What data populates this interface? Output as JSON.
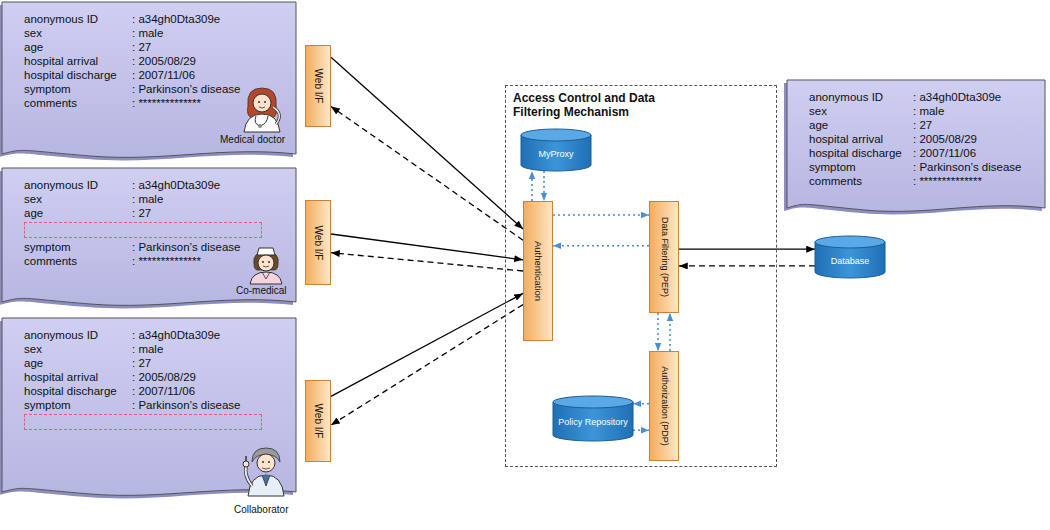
{
  "diagram": {
    "nodes": [
      {
        "text": [
          "anonymous ID",
          ": a34gh0Dta309e",
          "sex",
          ": male",
          "age",
          ": 27",
          "hospital arrival",
          ": 2005/08/29",
          "hospital discharge",
          ": 2007/11/06",
          "symptom",
          ": Parkinson’s disease",
          "comments",
          ": **************"
        ]
      },
      {
        "text": [
          "Web I/F"
        ]
      },
      {
        "text": [
          "anonymous ID",
          ": a34gh0Dta309e",
          "sex",
          ": male",
          "age",
          ": 27",
          "symptom",
          ": Parkinson’s disease",
          "comments",
          ": **************"
        ]
      },
      {
        "text": [
          "Web I/F"
        ]
      },
      {
        "text": [
          "anonymous ID",
          ": a34gh0Dta309e",
          "sex",
          ": male",
          "age",
          ": 27",
          "hospital arrival",
          ": 2005/08/29",
          "hospital discharge",
          ": 2007/11/06",
          "symptom",
          ": Parkinson’s disease"
        ]
      },
      {
        "text": [
          "Web I/F"
        ]
      },
      {
        "text": [
          "Access Control and Data Filtering Mechanism"
        ]
      },
      {
        "text": [
          "MyProxy"
        ],
        "in": 6
      },
      {
        "text": [
          "Authentication"
        ],
        "in": 6
      },
      {
        "text": [
          "Data Filtering (PEP)"
        ],
        "in": 6
      },
      {
        "text": [
          "Authorization (PDP)"
        ],
        "in": 6
      },
      {
        "text": [
          "Policy Repository"
        ],
        "in": 6
      },
      {
        "text": [
          "Database"
        ]
      },
      {
        "text": [
          "anonymous ID",
          ": a34gh0Dta309e",
          "sex",
          ": male",
          "age",
          ": 27",
          "hospital arrival",
          ": 2005/08/29",
          "hospital discharge",
          ": 2007/11/06",
          "symptom",
          ": Parkinson’s disease",
          "comments",
          ": **************"
        ]
      }
    ],
    "edges": [
      {
        "from": 1,
        "to": 8,
        "arrow": "to"
      },
      {
        "from": 8,
        "to": 1,
        "arrow": "to"
      },
      {
        "from": 3,
        "to": 8,
        "arrow": "to"
      },
      {
        "from": 8,
        "to": 3,
        "arrow": "to"
      },
      {
        "from": 5,
        "to": 8,
        "arrow": "to"
      },
      {
        "from": 8,
        "to": 5,
        "arrow": "to"
      },
      {
        "from": 8,
        "to": 7,
        "arrow": "to"
      },
      {
        "from": 7,
        "to": 8,
        "arrow": "to"
      },
      {
        "from": 8,
        "to": 9,
        "arrow": "to"
      },
      {
        "from": 9,
        "to": 8,
        "arrow": "to"
      },
      {
        "from": 9,
        "to": 10,
        "arrow": "to"
      },
      {
        "from": 10,
        "to": 9,
        "arrow": "to"
      },
      {
        "from": 10,
        "to": 11,
        "arrow": "to"
      },
      {
        "from": 11,
        "to": 10,
        "arrow": "to"
      },
      {
        "from": 9,
        "to": 12,
        "arrow": "to"
      },
      {
        "from": 12,
        "to": 9,
        "arrow": "to"
      }
    ],
    "labels": [
      "Medical doctor",
      "Co-medical",
      "Collaborator"
    ]
  }
}
